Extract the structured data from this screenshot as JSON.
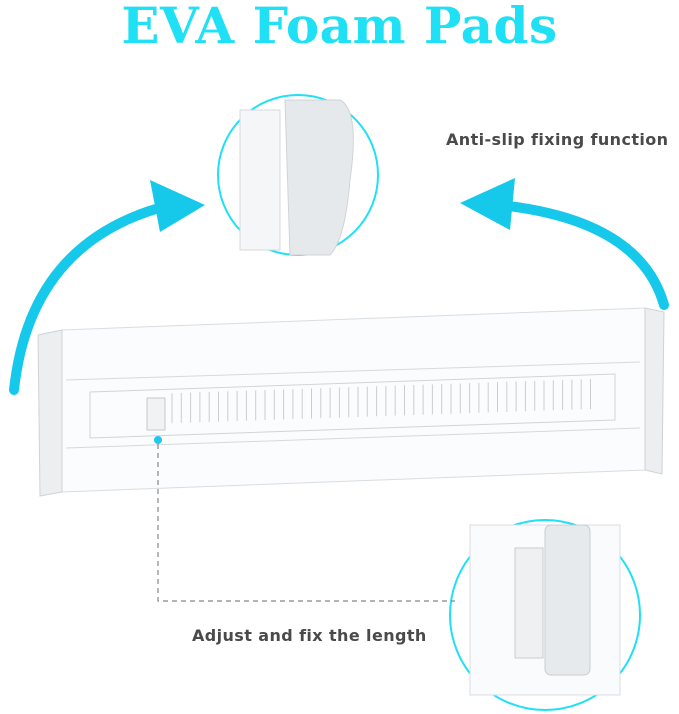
{
  "title": "EVA Foam Pads",
  "callouts": {
    "top": "Anti-slip fixing function",
    "bottom": "Adjust and fix the length"
  },
  "colors": {
    "accent": "#1fe0f5",
    "arrow": "#16c9ea",
    "text": "#4a4a4a"
  }
}
